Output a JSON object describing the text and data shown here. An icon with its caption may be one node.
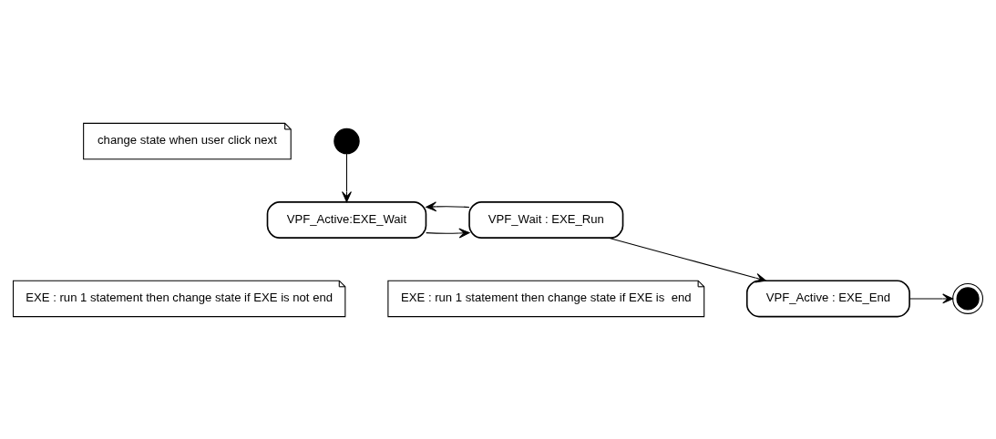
{
  "diagram": {
    "nodes": [
      {
        "text": [
          "change state when user click next"
        ]
      },
      {
        "text": [],
        "shape": "circle"
      },
      {
        "text": [
          "VPF_Wait : EXE_Run"
        ]
      },
      {
        "text": [
          "VPF_Active:EXE_Wait"
        ]
      },
      {
        "text": [
          "EXE : run 1 statement then change state if EXE is not end"
        ]
      },
      {
        "text": [
          "EXE : run 1 statement then change state if EXE is  end"
        ]
      },
      {
        "text": [
          "VPF_Active : EXE_End"
        ]
      },
      {
        "text": [],
        "shape": "bullseye"
      }
    ],
    "edges": [
      {
        "from": 1,
        "to": 3,
        "arrow": "to"
      },
      {
        "from": 3,
        "to": 2,
        "arrow": "to"
      },
      {
        "from": 2,
        "to": 3,
        "arrow": "to"
      },
      {
        "from": 2,
        "to": 6,
        "arrow": "to"
      },
      {
        "from": 6,
        "to": 7,
        "arrow": "to"
      }
    ]
  }
}
